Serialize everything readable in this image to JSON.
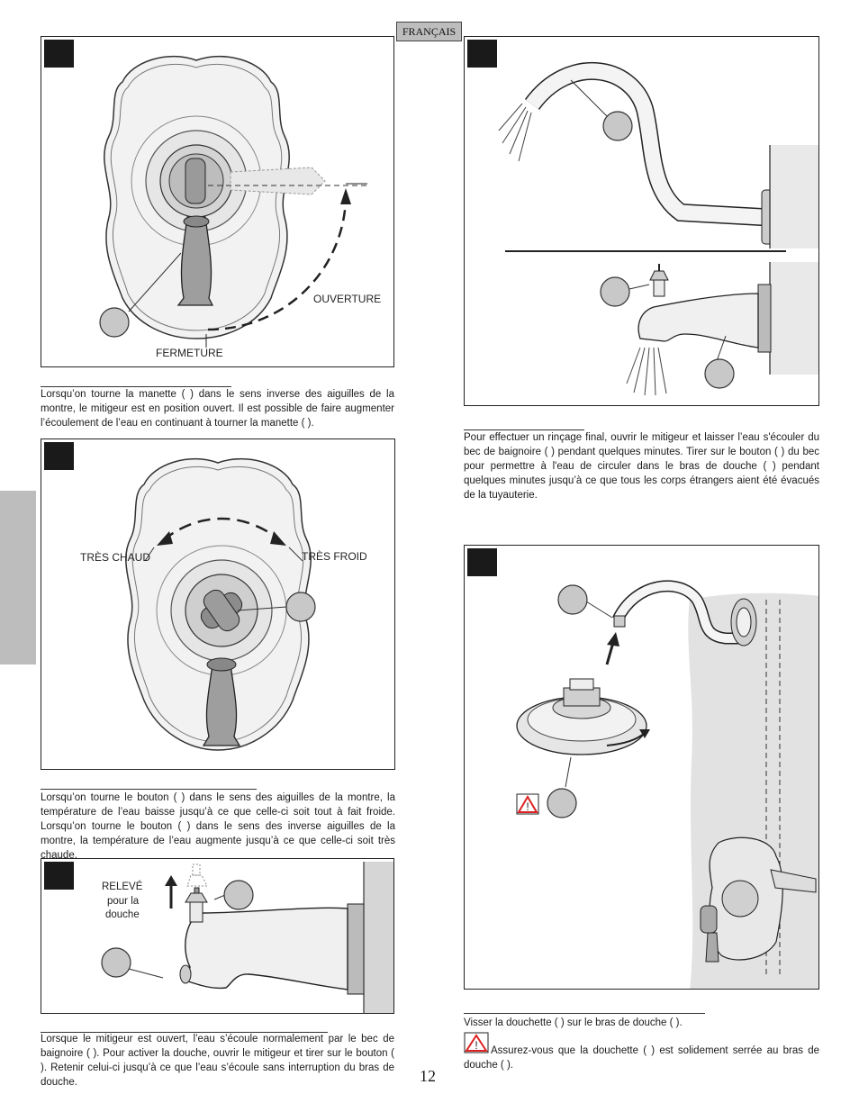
{
  "header": {
    "language_tab": "FRANÇAIS"
  },
  "page_number": "12",
  "panel1": {
    "label_open": "OUVERTURE",
    "label_close": "FERMETURE",
    "text": "Lorsqu’on tourne la manette (     ) dans le sens inverse des aiguilles de la montre, le mitigeur est en position ouvert. Il est possible de faire augmenter l’écoulement de l’eau en continuant à tourner la manette (     )."
  },
  "panel2": {
    "label_hot": "TRÈS CHAUD",
    "label_cold": "TRÈS FROID",
    "text": "Lorsqu’on tourne le bouton (     ) dans le sens des aiguilles de la montre, la température de l’eau baisse jusqu’à ce que celle-ci soit tout à fait froide. Lorsqu’on tourne le bouton (     ) dans le sens des inverse aiguilles de la montre, la température de l’eau augmente jusqu’à ce que celle-ci soit très chaude."
  },
  "panel3": {
    "label_raised_1": "RELEVÉ",
    "label_raised_2": "pour la",
    "label_raised_3": "douche",
    "text": "Lorsque le mitigeur est ouvert, l’eau s’écoule normalement par le bec de baignoire (     ). Pour activer la douche, ouvrir le mitigeur et tirer sur le bouton (     ). Retenir celui-ci jusqu’à ce que l’eau s’écoule sans interruption du bras de douche."
  },
  "panel4": {
    "text": "Pour effectuer un rinçage final, ouvrir le mitigeur et laisser l’eau s'écouler du bec de baignoire (     ) pendant quelques minutes. Tirer sur le bouton (     ) du bec pour permettre à l'eau de circuler dans le bras de douche (     ) pendant quelques minutes jusqu’à ce que tous les corps étrangers aient été évacués de la tuyauterie."
  },
  "panel5": {
    "text": "Visser la douchette (     ) sur le bras de douche (     ).",
    "warning": "Assurez-vous que la douchette (     ) est solidement serrée au bras de douche (     )."
  },
  "colors": {
    "tab_gray": "#bdbdbd",
    "callout_gray": "#c8c8c8",
    "step_black": "#1a1a1a",
    "warning_red": "#d22"
  }
}
